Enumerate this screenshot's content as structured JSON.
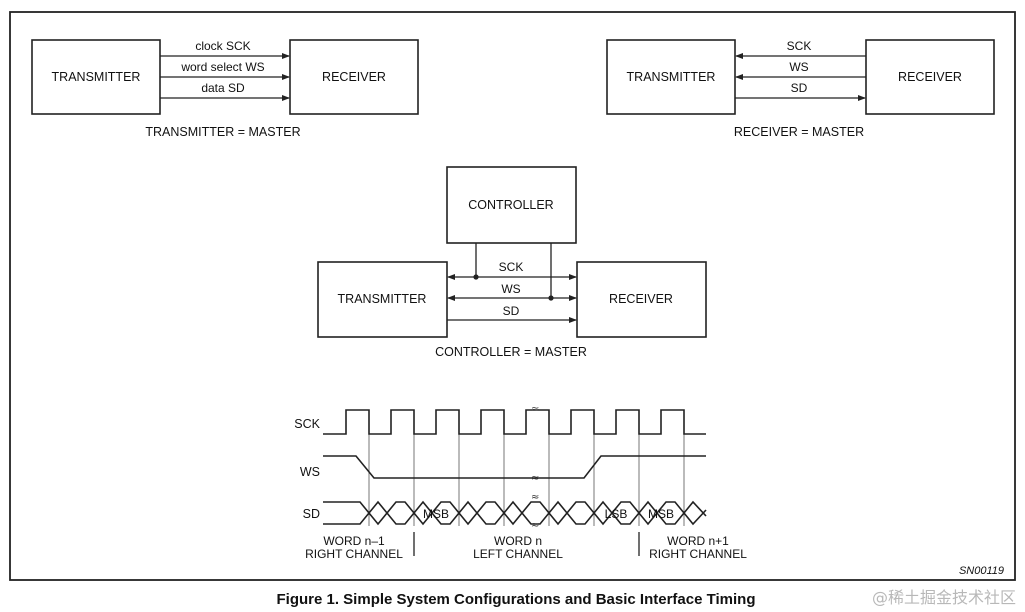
{
  "config_a": {
    "transmitter": "TRANSMITTER",
    "receiver": "RECEIVER",
    "sig_sck": "clock SCK",
    "sig_ws": "word select WS",
    "sig_sd": "data SD",
    "caption": "TRANSMITTER = MASTER"
  },
  "config_b": {
    "transmitter": "TRANSMITTER",
    "receiver": "RECEIVER",
    "sig_sck": "SCK",
    "sig_ws": "WS",
    "sig_sd": "SD",
    "caption": "RECEIVER = MASTER"
  },
  "config_c": {
    "controller": "CONTROLLER",
    "transmitter": "TRANSMITTER",
    "receiver": "RECEIVER",
    "sig_sck": "SCK",
    "sig_ws": "WS",
    "sig_sd": "SD",
    "caption": "CONTROLLER = MASTER"
  },
  "timing": {
    "row_sck": "SCK",
    "row_ws": "WS",
    "row_sd": "SD",
    "msb_1": "MSB",
    "lsb": "LSB",
    "msb_2": "MSB",
    "word_prev_1": "WORD n–1",
    "word_prev_2": "RIGHT CHANNEL",
    "word_cur_1": "WORD n",
    "word_cur_2": "LEFT CHANNEL",
    "word_next_1": "WORD n+1",
    "word_next_2": "RIGHT CHANNEL"
  },
  "figure_id": "SN00119",
  "figure_title": "Figure 1.  Simple System Configurations and Basic Interface Timing",
  "watermark": "@稀土掘金技术社区"
}
